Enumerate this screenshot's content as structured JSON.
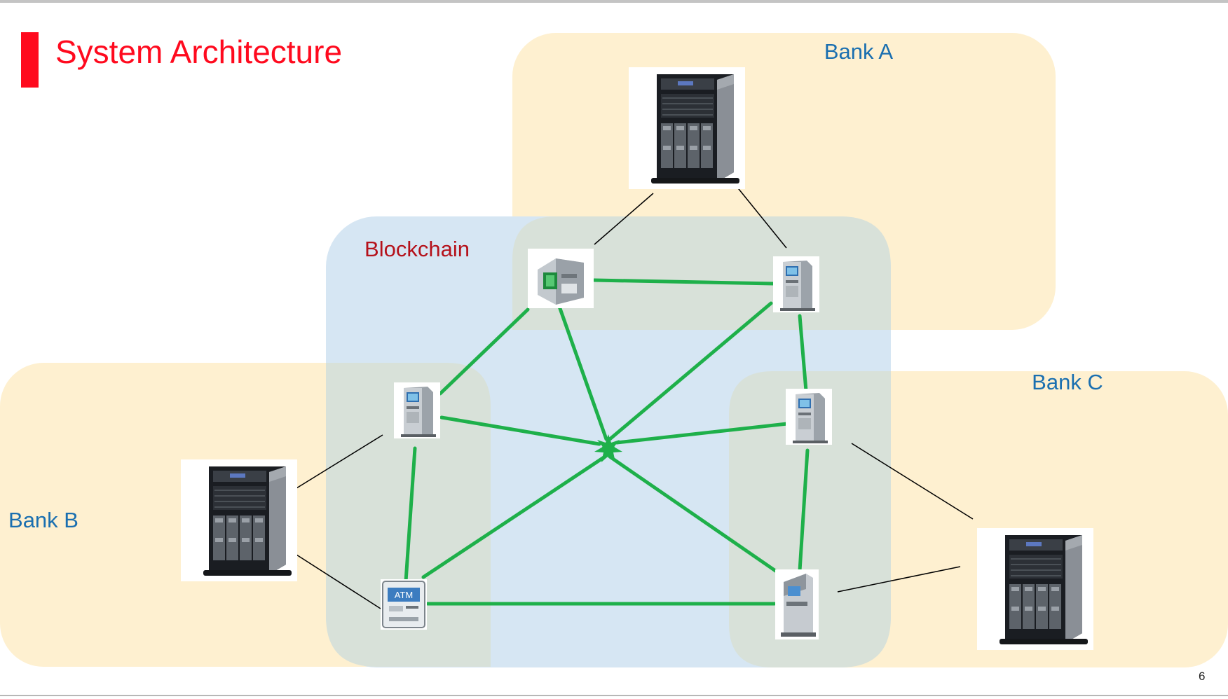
{
  "slide": {
    "title": "System Architecture",
    "page_number": "6"
  },
  "groups": {
    "bank_a": "Bank A",
    "bank_b": "Bank B",
    "bank_c": "Bank C",
    "blockchain": "Blockchain"
  },
  "atm_screen_text": "ATM",
  "colors": {
    "title": "#ff0a1e",
    "bank_region": "#fef0d0",
    "blockchain_region": "#d6e6f3",
    "overlap_region": "#d8e1d9",
    "bank_label": "#1a6fb0",
    "blockchain_label": "#b5121b",
    "network_link": "#1eb04a",
    "bank_link": "#000000"
  },
  "icons": [
    "server-icon",
    "atm-icon",
    "network-hub-icon"
  ]
}
